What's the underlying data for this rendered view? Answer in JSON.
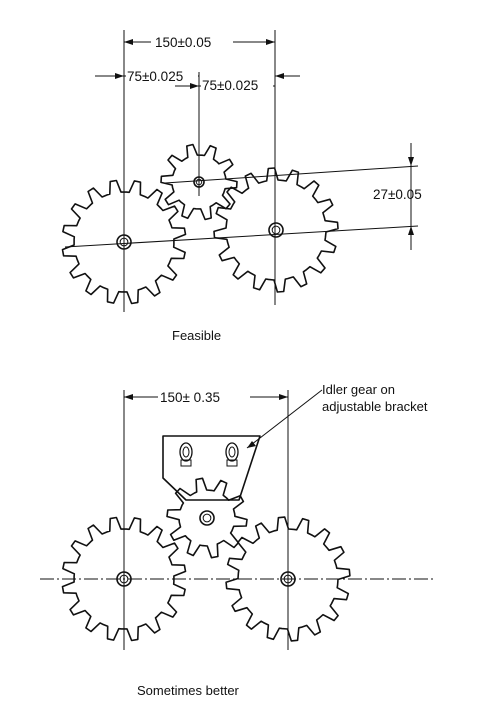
{
  "feasible": {
    "dim_center_distance": "150±0.05",
    "dim_left_half": "75±0.025",
    "dim_right_half": "75±0.025",
    "dim_offset": "27±0.05",
    "caption": "Feasible"
  },
  "sometimes_better": {
    "dim_center_distance": "150± 0.35",
    "note_line1": "Idler gear on",
    "note_line2": "adjustable bracket",
    "caption": "Sometimes better"
  }
}
